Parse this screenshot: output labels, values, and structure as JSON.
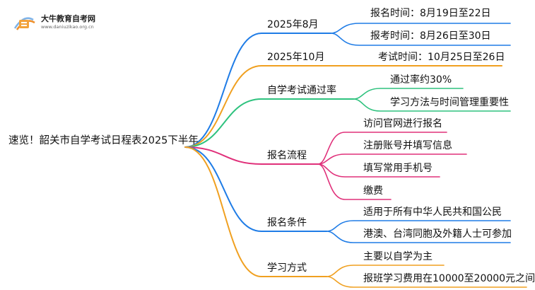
{
  "logo": {
    "title": "大牛教育自考网",
    "url": "www.daniuzikao.org.cn"
  },
  "root": "速览！韶关市自学考试日程表2025下半年",
  "colors": {
    "blue": "#1f7ce6",
    "orange": "#f0a020",
    "green": "#2ec27e",
    "pink": "#e0307a"
  },
  "branches": [
    {
      "label": "2025年8月",
      "color": "blue",
      "children": [
        "报名时间：8月19日至22日",
        "报考时间：8月26日至30日"
      ]
    },
    {
      "label": "2025年10月",
      "color": "orange",
      "children": [
        "考试时间：10月25日至26日"
      ]
    },
    {
      "label": "自学考试通过率",
      "color": "green",
      "children": [
        "通过率约30%",
        "学习方法与时间管理重要性"
      ]
    },
    {
      "label": "报名流程",
      "color": "pink",
      "children": [
        "访问官网进行报名",
        "注册账号并填写信息",
        "填写常用手机号",
        "缴费"
      ]
    },
    {
      "label": "报名条件",
      "color": "blue",
      "children": [
        "适用于所有中华人民共和国公民",
        "港澳、台湾同胞及外籍人士可参加"
      ]
    },
    {
      "label": "学习方式",
      "color": "orange",
      "children": [
        "主要以自学为主",
        "报班学习费用在10000至20000元之间"
      ]
    }
  ]
}
